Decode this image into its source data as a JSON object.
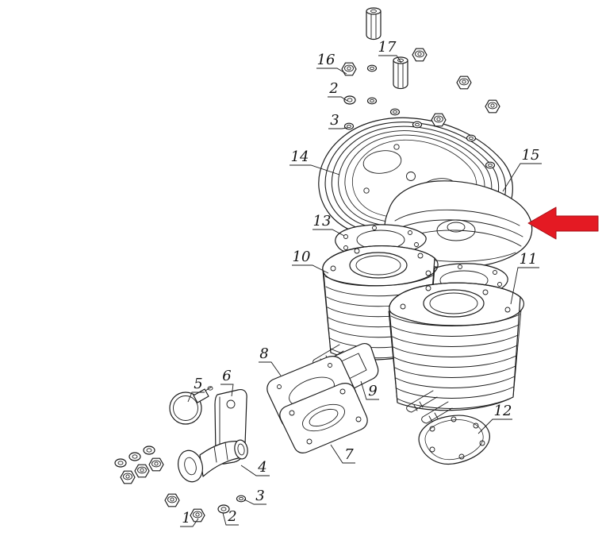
{
  "figure": {
    "type": "exploded-parts-diagram",
    "colors": {
      "line": "#1c1c1c",
      "background": "#ffffff",
      "arrow": "#e41a23"
    },
    "highlight": {
      "shape": "block-arrow",
      "direction": "left",
      "points_to_label": "15"
    },
    "callouts": [
      {
        "label": "16"
      },
      {
        "label": "17"
      },
      {
        "label": "2"
      },
      {
        "label": "3"
      },
      {
        "label": "14"
      },
      {
        "label": "15"
      },
      {
        "label": "13"
      },
      {
        "label": "10"
      },
      {
        "label": "11"
      },
      {
        "label": "8"
      },
      {
        "label": "9"
      },
      {
        "label": "5"
      },
      {
        "label": "6"
      },
      {
        "label": "4"
      },
      {
        "label": "7"
      },
      {
        "label": "12"
      },
      {
        "label": "1"
      },
      {
        "label": "2"
      },
      {
        "label": "3"
      }
    ]
  }
}
